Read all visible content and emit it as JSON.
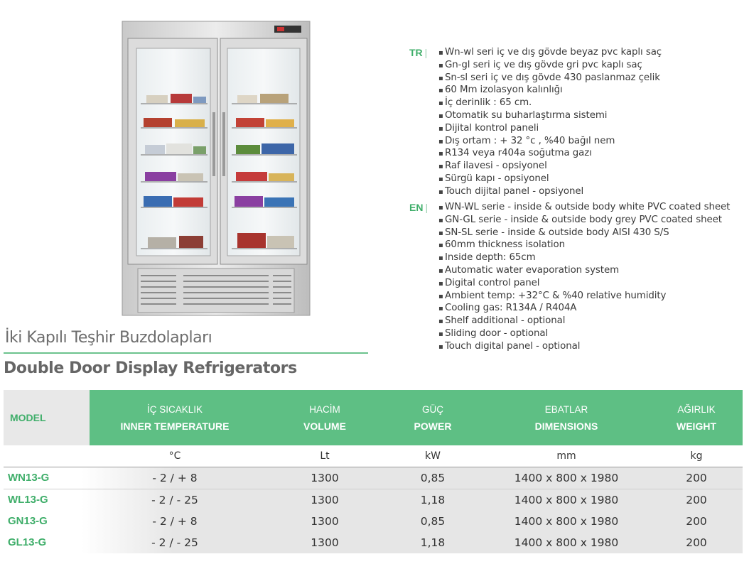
{
  "spec_tr": {
    "lang": "TR",
    "items": [
      "Wn-wl seri iç ve dış gövde beyaz pvc kaplı saç",
      "Gn-gl seri iç ve dış gövde gri pvc kaplı saç",
      "Sn-sl seri iç ve dış gövde 430 paslanmaz çelik",
      "60 Mm izolasyon kalınlığı",
      "İç derinlik : 65 cm.",
      "Otomatik su buharlaştırma sistemi",
      "Dijital kontrol paneli",
      "Dış ortam : + 32 °c , %40 bağıl nem",
      "R134 veya r404a soğutma gazı",
      "Raf ilavesi - opsiyonel",
      "Sürgü kapı - opsiyonel",
      "Touch dijital panel - opsiyonel"
    ]
  },
  "spec_en": {
    "lang": "EN",
    "items": [
      "WN-WL serie - inside & outside body white PVC coated sheet",
      "GN-GL serie - inside & outside body grey PVC coated sheet",
      "SN-SL serie - inside & outside body AISI 430 S/S",
      "60mm thickness isolation",
      "Inside depth: 65cm",
      "Automatic water evaporation system",
      "Digital control panel",
      "Ambient temp: +32°C & %40 relative humidity",
      "Cooling gas: R134A / R404A",
      "Shelf additional - optional",
      "Sliding door - optional",
      "Touch digital panel - optional"
    ]
  },
  "title_tr": "İki Kapılı Teşhir Buzdolapları",
  "title_en": "Double Door Display Refrigerators",
  "table": {
    "model_header": "MODEL",
    "columns": [
      {
        "tr": "İÇ SICAKLIK",
        "en": "INNER TEMPERATURE",
        "unit": "°C"
      },
      {
        "tr": "HACİM",
        "en": "VOLUME",
        "unit": "Lt"
      },
      {
        "tr": "GÜÇ",
        "en": "POWER",
        "unit": "kW"
      },
      {
        "tr": "EBATLAR",
        "en": "DIMENSIONS",
        "unit": "mm"
      },
      {
        "tr": "AĞIRLIK",
        "en": "WEIGHT",
        "unit": "kg"
      }
    ],
    "rows": [
      {
        "model": "WN13-G",
        "values": [
          "- 2 / + 8",
          "1300",
          "0,85",
          "1400 x 800 x 1980",
          "200"
        ]
      },
      {
        "model": "WL13-G",
        "values": [
          "- 2 / - 25",
          "1300",
          "1,18",
          "1400 x 800 x 1980",
          "200"
        ]
      },
      {
        "model": "GN13-G",
        "values": [
          "- 2 / + 8",
          "1300",
          "0,85",
          "1400 x 800 x 1980",
          "200"
        ]
      },
      {
        "model": "GL13-G",
        "values": [
          "- 2 / - 25",
          "1300",
          "1,18",
          "1400 x 800 x 1980",
          "200"
        ]
      }
    ]
  },
  "colors": {
    "accent_green": "#5ebf84",
    "model_green": "#3fae6a"
  }
}
